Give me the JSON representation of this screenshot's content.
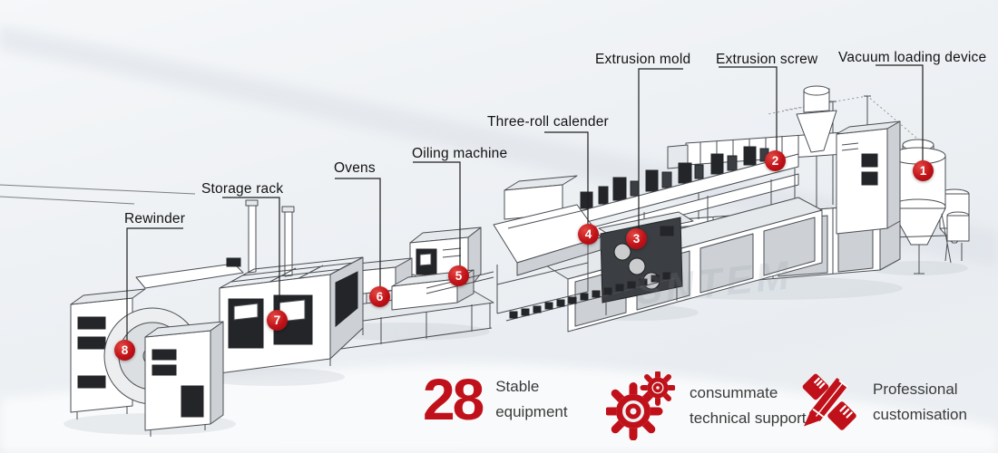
{
  "diagram": {
    "labels": [
      {
        "text": "Rewinder",
        "num": "8"
      },
      {
        "text": "Storage rack",
        "num": "7"
      },
      {
        "text": "Ovens",
        "num": "6"
      },
      {
        "text": "Oiling machine",
        "num": "5"
      },
      {
        "text": "Three-roll calender",
        "num": "4"
      },
      {
        "text": "Extrusion mold",
        "num": "3"
      },
      {
        "text": "Extrusion screw",
        "num": "2"
      },
      {
        "text": "Vacuum loading device",
        "num": "1"
      }
    ],
    "badges": [
      {
        "num": "1"
      },
      {
        "num": "2"
      },
      {
        "num": "3"
      },
      {
        "num": "4"
      },
      {
        "num": "5"
      },
      {
        "num": "6"
      },
      {
        "num": "7"
      },
      {
        "num": "8"
      }
    ],
    "watermark": "SNTEM"
  },
  "features": {
    "count": {
      "value": "28",
      "line1": "Stable",
      "line2": "equipment"
    },
    "support": {
      "icon": "gears-icon",
      "line1": "consummate",
      "line2": "technical support"
    },
    "custom": {
      "icon": "pencil-ruler-icon",
      "line1": "Professional",
      "line2": "customisation"
    }
  },
  "colors": {
    "accent": "#c0111a",
    "label_text": "#121212",
    "feature_text": "#3a3a3a"
  }
}
